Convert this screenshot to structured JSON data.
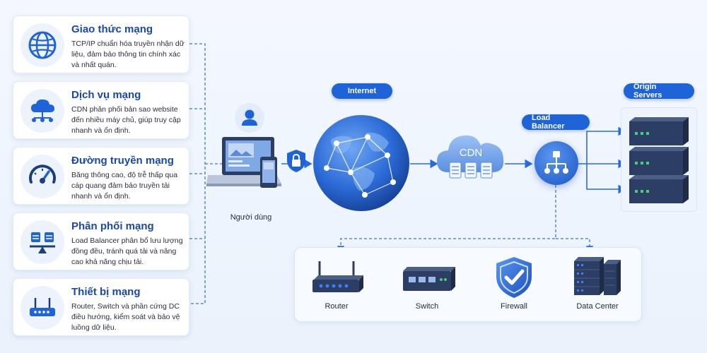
{
  "cards": [
    {
      "title": "Giao thức mạng",
      "desc": "TCP/IP chuẩn hóa truyền nhận dữ liệu, đảm bảo thông tin chính xác và nhất quán.",
      "icon": "globe-icon"
    },
    {
      "title": "Dịch vụ mạng",
      "desc": "CDN phân phối bản sao website đến nhiều máy chủ, giúp truy cập nhanh và ổn định.",
      "icon": "cloud-network-icon"
    },
    {
      "title": "Đường truyền mạng",
      "desc": "Băng thông cao, độ trễ thấp qua cáp quang đảm bảo truyền tải nhanh và ổn định.",
      "icon": "speedometer-icon"
    },
    {
      "title": "Phân phối mạng",
      "desc": "Load Balancer phân bổ lưu lượng đồng đều, tránh quá tải và nâng cao khả năng chịu tải.",
      "icon": "balance-icon"
    },
    {
      "title": "Thiết bị mạng",
      "desc": "Router, Switch và phần cứng DC điều hướng, kiểm soát và bảo vệ luồng dữ liệu.",
      "icon": "router-icon"
    }
  ],
  "flow": {
    "user_label": "Người dùng",
    "internet_label": "Internet",
    "cdn_label": "CDN",
    "lb_label": "Load Balancer",
    "origin_label": "Origin Servers"
  },
  "infra": {
    "router_label": "Router",
    "switch_label": "Switch",
    "firewall_label": "Firewall",
    "dc_label": "Data Center"
  },
  "colors": {
    "primary": "#1f63d8",
    "dark_navy": "#2c3e63",
    "title_blue": "#1948a8",
    "led_green": "#43d17a"
  }
}
